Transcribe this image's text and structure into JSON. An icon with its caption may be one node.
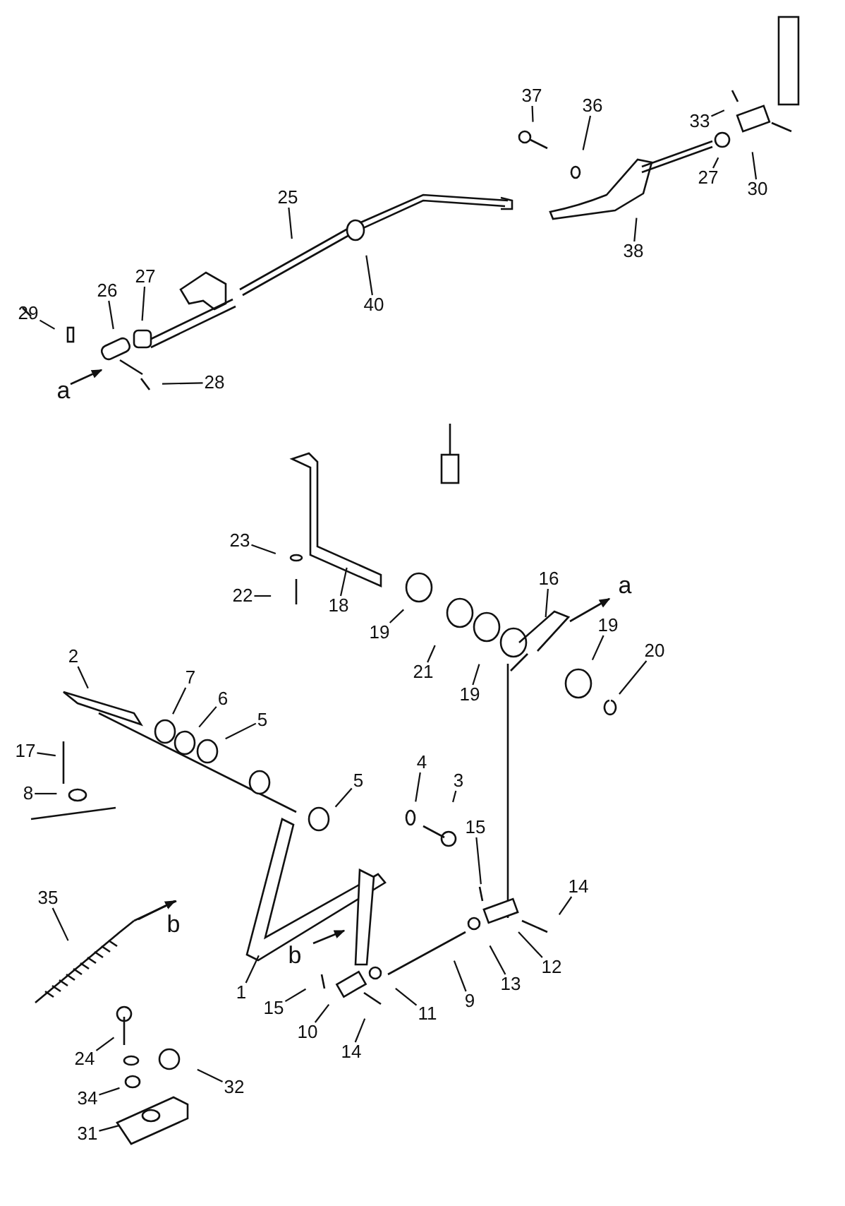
{
  "diagram": {
    "nodes": [
      {
        "text": [
          "37"
        ]
      },
      {
        "text": [
          "36"
        ]
      },
      {
        "text": [
          "33"
        ]
      },
      {
        "text": [
          "27"
        ]
      },
      {
        "text": [
          "30"
        ]
      },
      {
        "text": [
          "25"
        ]
      },
      {
        "text": [
          "38"
        ]
      },
      {
        "text": [
          "40"
        ]
      },
      {
        "text": [
          "27"
        ]
      },
      {
        "text": [
          "26"
        ]
      },
      {
        "text": [
          "29"
        ]
      },
      {
        "text": [
          "28"
        ]
      },
      {
        "text": [
          "23"
        ]
      },
      {
        "text": [
          "16"
        ]
      },
      {
        "text": [
          "22"
        ]
      },
      {
        "text": [
          "18"
        ]
      },
      {
        "text": [
          "19"
        ]
      },
      {
        "text": [
          "19"
        ]
      },
      {
        "text": [
          "20"
        ]
      },
      {
        "text": [
          "2"
        ]
      },
      {
        "text": [
          "21"
        ]
      },
      {
        "text": [
          "7"
        ]
      },
      {
        "text": [
          "19"
        ]
      },
      {
        "text": [
          "6"
        ]
      },
      {
        "text": [
          "5"
        ]
      },
      {
        "text": [
          "17"
        ]
      },
      {
        "text": [
          "4"
        ]
      },
      {
        "text": [
          "5"
        ]
      },
      {
        "text": [
          "3"
        ]
      },
      {
        "text": [
          "8"
        ]
      },
      {
        "text": [
          "15"
        ]
      },
      {
        "text": [
          "14"
        ]
      },
      {
        "text": [
          "35"
        ]
      },
      {
        "text": [
          "12"
        ]
      },
      {
        "text": [
          "13"
        ]
      },
      {
        "text": [
          "1"
        ]
      },
      {
        "text": [
          "9"
        ]
      },
      {
        "text": [
          "15"
        ]
      },
      {
        "text": [
          "11"
        ]
      },
      {
        "text": [
          "10"
        ]
      },
      {
        "text": [
          "14"
        ]
      },
      {
        "text": [
          "24"
        ]
      },
      {
        "text": [
          "32"
        ]
      },
      {
        "text": [
          "34"
        ]
      },
      {
        "text": [
          "31"
        ]
      }
    ],
    "edges": [
      {
        "from": 0,
        "to": null,
        "arrow": "none"
      },
      {
        "from": 1,
        "to": null,
        "arrow": "none"
      },
      {
        "from": 2,
        "to": null,
        "arrow": "none"
      },
      {
        "from": 3,
        "to": null,
        "arrow": "none"
      },
      {
        "from": 4,
        "to": null,
        "arrow": "none"
      },
      {
        "from": 5,
        "to": null,
        "arrow": "none"
      },
      {
        "from": 6,
        "to": null,
        "arrow": "none"
      },
      {
        "from": 7,
        "to": null,
        "arrow": "none"
      },
      {
        "from": 8,
        "to": null,
        "arrow": "none"
      },
      {
        "from": 9,
        "to": null,
        "arrow": "none"
      },
      {
        "from": 10,
        "to": null,
        "arrow": "none"
      },
      {
        "from": 11,
        "to": null,
        "arrow": "none"
      },
      {
        "from": 12,
        "to": null,
        "arrow": "none"
      },
      {
        "from": 13,
        "to": null,
        "arrow": "none"
      },
      {
        "from": 14,
        "to": null,
        "arrow": "none"
      },
      {
        "from": 15,
        "to": null,
        "arrow": "none"
      },
      {
        "from": 16,
        "to": null,
        "arrow": "none"
      },
      {
        "from": 17,
        "to": null,
        "arrow": "none"
      },
      {
        "from": 18,
        "to": null,
        "arrow": "none"
      },
      {
        "from": 19,
        "to": null,
        "arrow": "none"
      },
      {
        "from": 20,
        "to": null,
        "arrow": "none"
      },
      {
        "from": 21,
        "to": null,
        "arrow": "none"
      },
      {
        "from": 22,
        "to": null,
        "arrow": "none"
      },
      {
        "from": 23,
        "to": null,
        "arrow": "none"
      },
      {
        "from": 24,
        "to": null,
        "arrow": "none"
      },
      {
        "from": 25,
        "to": null,
        "arrow": "none"
      },
      {
        "from": 26,
        "to": null,
        "arrow": "none"
      },
      {
        "from": 27,
        "to": null,
        "arrow": "none"
      },
      {
        "from": 28,
        "to": null,
        "arrow": "none"
      },
      {
        "from": 29,
        "to": null,
        "arrow": "none"
      },
      {
        "from": 30,
        "to": null,
        "arrow": "none"
      },
      {
        "from": 31,
        "to": null,
        "arrow": "none"
      },
      {
        "from": 32,
        "to": null,
        "arrow": "none"
      },
      {
        "from": 33,
        "to": null,
        "arrow": "none"
      },
      {
        "from": 34,
        "to": null,
        "arrow": "none"
      },
      {
        "from": 35,
        "to": null,
        "arrow": "none"
      },
      {
        "from": 36,
        "to": null,
        "arrow": "none"
      },
      {
        "from": 37,
        "to": null,
        "arrow": "none"
      },
      {
        "from": 38,
        "to": null,
        "arrow": "none"
      },
      {
        "from": 39,
        "to": null,
        "arrow": "none"
      },
      {
        "from": 40,
        "to": null,
        "arrow": "none"
      },
      {
        "from": 41,
        "to": null,
        "arrow": "none"
      },
      {
        "from": 42,
        "to": null,
        "arrow": "none"
      },
      {
        "from": 43,
        "to": null,
        "arrow": "none"
      },
      {
        "from": 44,
        "to": null,
        "arrow": "none"
      }
    ],
    "labels": [
      "a",
      "a",
      "b",
      "b"
    ]
  }
}
